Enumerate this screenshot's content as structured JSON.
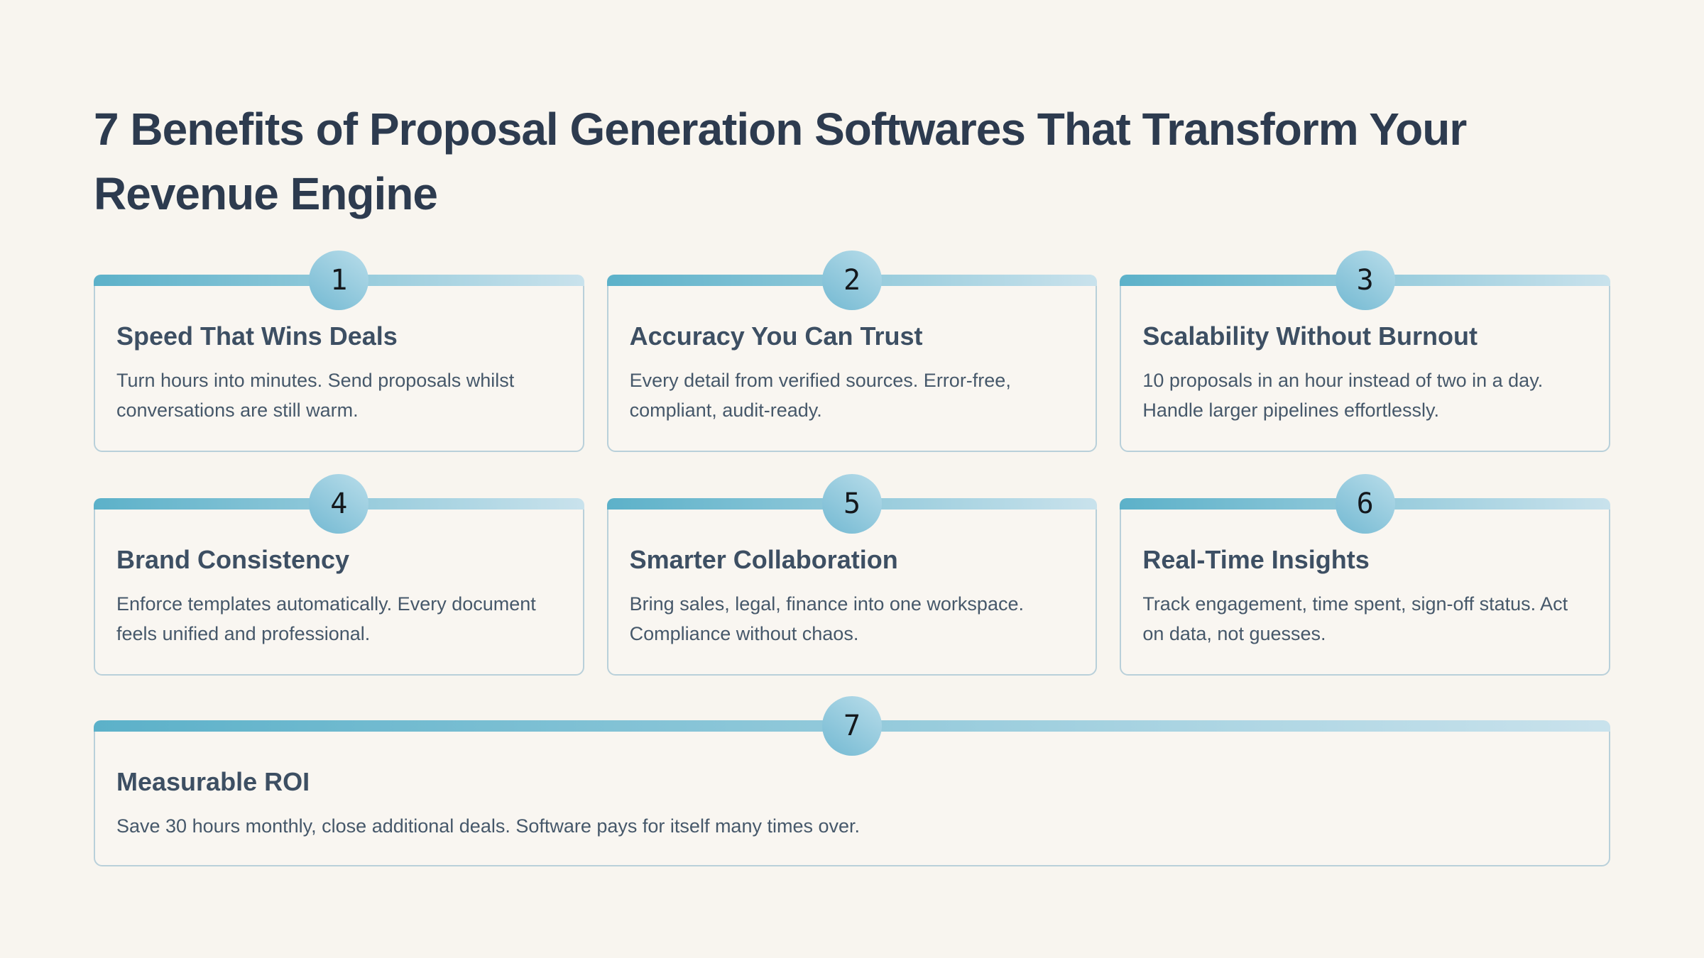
{
  "header": {
    "title_line1": "7 Benefits of Proposal Generation Softwares That Transform Your",
    "title_line2": "Revenue Engine"
  },
  "theme": {
    "page_bg": "#f8f5ef",
    "card_bg": "#f9f6f1",
    "card_border": "#b9d0da",
    "bar_gradient_start": "#5cb1c9",
    "bar_gradient_end": "#c9e2ec",
    "badge_gradient_light": "#b3dae8",
    "badge_gradient_dark": "#79bcd4",
    "title_color": "#2d3b4f",
    "heading_color": "#3d4f63",
    "body_color": "#46586a",
    "number_color": "#14181c"
  },
  "cards": [
    {
      "number": "1",
      "title": "Speed That Wins Deals",
      "description": "Turn hours into minutes. Send proposals whilst conversations are still warm."
    },
    {
      "number": "2",
      "title": "Accuracy You Can Trust",
      "description": "Every detail from verified sources. Error-free, compliant, audit-ready."
    },
    {
      "number": "3",
      "title": "Scalability Without Burnout",
      "description": "10 proposals in an hour instead of two in a day. Handle larger pipelines effortlessly."
    },
    {
      "number": "4",
      "title": "Brand Consistency",
      "description": "Enforce templates automatically. Every document feels unified and professional."
    },
    {
      "number": "5",
      "title": "Smarter Collaboration",
      "description": "Bring sales, legal, finance into one workspace. Compliance without chaos."
    },
    {
      "number": "6",
      "title": "Real-Time Insights",
      "description": "Track engagement, time spent, sign-off status. Act on data, not guesses."
    },
    {
      "number": "7",
      "title": "Measurable ROI",
      "description": "Save 30 hours monthly, close additional deals. Software pays for itself many times over."
    }
  ]
}
